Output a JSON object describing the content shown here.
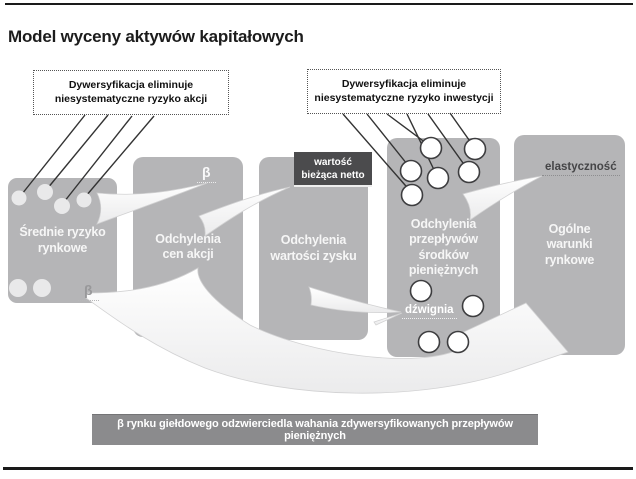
{
  "header": {
    "title": "Model wyceny aktywów kapitałowych"
  },
  "callout_left": {
    "line1": "Dywersyfikacja eliminuje",
    "line2": "niesystematyczne ryzyko akcji"
  },
  "callout_right": {
    "line1": "Dywersyfikacja eliminuje",
    "line2": "niesystematyczne ryzyko inwestycji"
  },
  "boxes": {
    "market_risk": "Średnie ryzyko rynkowe",
    "share_price": "Odchylenia cen akcji",
    "profit_value": "Odchylenia wartości zysku",
    "cash_flow": "Odchylenia przepływów środków pieniężnych",
    "market_conditions": "Ogólne warunki rynkowe"
  },
  "tags": {
    "beta_top": "β",
    "beta_bottom": "β",
    "net_present_value": "wartość bieżąca netto",
    "elasticity": "elastyczność",
    "leverage": "dźwignia"
  },
  "footer": {
    "text": "β rynku giełdowego odzwierciedla wahania zdywersyfikowanych przepływów pieniężnych"
  },
  "colors": {
    "box_gray": "#b5b5b7",
    "tag_dark": "#4b4b4d",
    "footer_gray": "#8b8b8d",
    "line_dark": "#333333",
    "rule_dark": "#1a1a1a"
  }
}
